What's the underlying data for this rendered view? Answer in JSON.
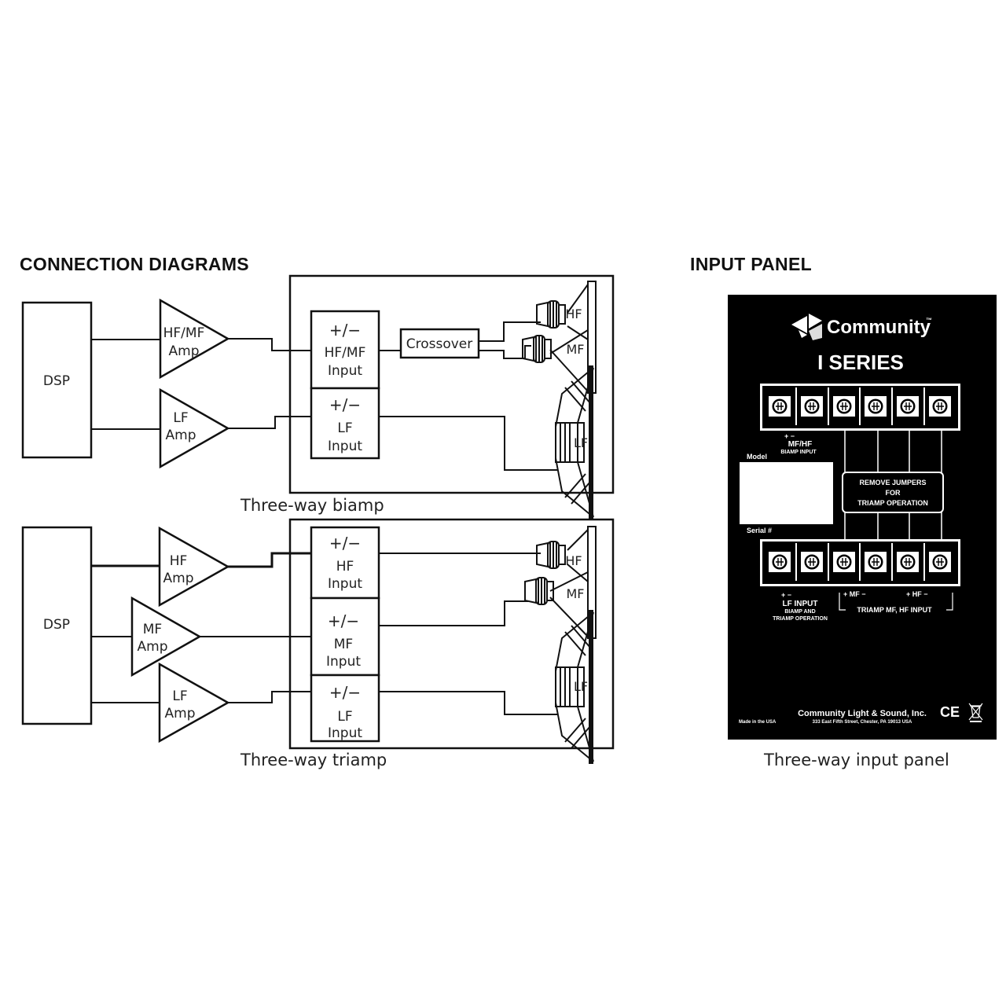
{
  "headings": {
    "connection_diagrams": "CONNECTION DIAGRAMS",
    "input_panel": "INPUT PANEL"
  },
  "biamp": {
    "caption": "Three-way biamp",
    "dsp": "DSP",
    "hfmf_amp": [
      "HF/MF",
      "Amp"
    ],
    "lf_amp": [
      "LF",
      "Amp"
    ],
    "hfmf_input": [
      "+/−",
      "HF/MF",
      "Input"
    ],
    "lf_input": [
      "+/−",
      "LF",
      "Input"
    ],
    "crossover": "Crossover",
    "driver_hf": "HF",
    "driver_mf": "MF",
    "driver_lf": "LF"
  },
  "triamp": {
    "caption": "Three-way triamp",
    "dsp": "DSP",
    "hf_amp": [
      "HF",
      "Amp"
    ],
    "mf_amp": [
      "MF",
      "Amp"
    ],
    "lf_amp": [
      "LF",
      "Amp"
    ],
    "hf_input": [
      "+/−",
      "HF",
      "Input"
    ],
    "mf_input": [
      "+/−",
      "MF",
      "Input"
    ],
    "lf_input": [
      "+/−",
      "LF",
      "Input"
    ],
    "driver_hf": "HF",
    "driver_mf": "MF",
    "driver_lf": "LF"
  },
  "panel": {
    "caption": "Three-way input panel",
    "brand": "Community",
    "trademark": "™",
    "series": "I SERIES",
    "top_polarity": "+  −",
    "mfhf_label": "MF/HF",
    "biamp_input": "BIAMP INPUT",
    "model": "Model",
    "serial": "Serial #",
    "notice": [
      "REMOVE JUMPERS",
      "FOR",
      "TRIAMP OPERATION"
    ],
    "lf_polarity": "+   −",
    "lf_input": "LF INPUT",
    "lf_sub": [
      "BIAMP AND",
      "TRIAMP OPERATION"
    ],
    "mf_polarity": "+  MF  −",
    "hf_polarity": "+  HF  −",
    "triamp_input": "TRIAMP MF, HF INPUT",
    "company": "Community Light & Sound, Inc.",
    "made_in": "Made in the USA",
    "address": "333 East Fifth Street, Chester, PA  19013  USA",
    "ce_mark": "CE",
    "panel_color": "#000000"
  }
}
